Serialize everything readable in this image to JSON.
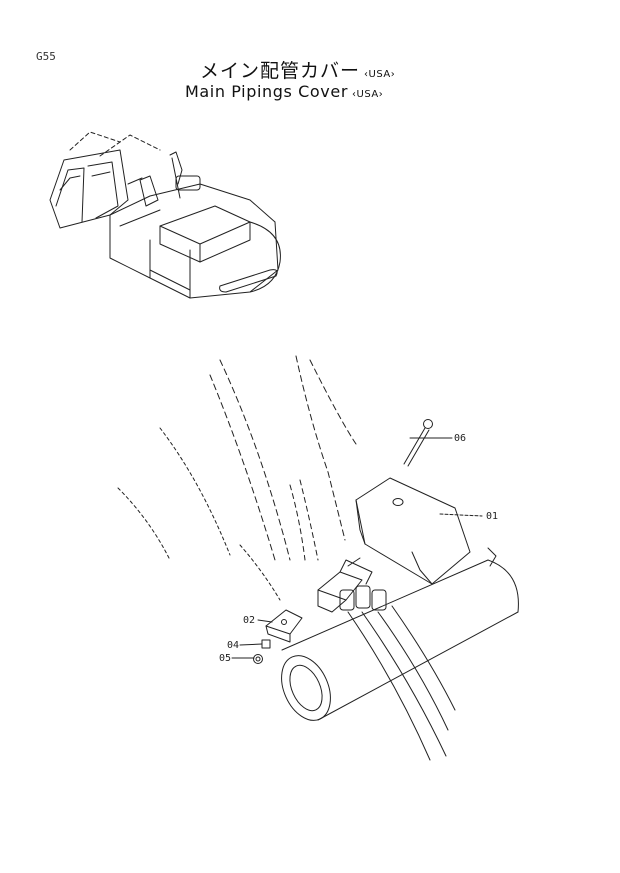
{
  "page_code": "G55",
  "title_jp": "メイン配管カバー",
  "title_en": "Main Pipings Cover",
  "region": "‹USA›",
  "callouts": {
    "c01": "01",
    "c02": "02",
    "c04": "04",
    "c05": "05",
    "c06": "06"
  }
}
